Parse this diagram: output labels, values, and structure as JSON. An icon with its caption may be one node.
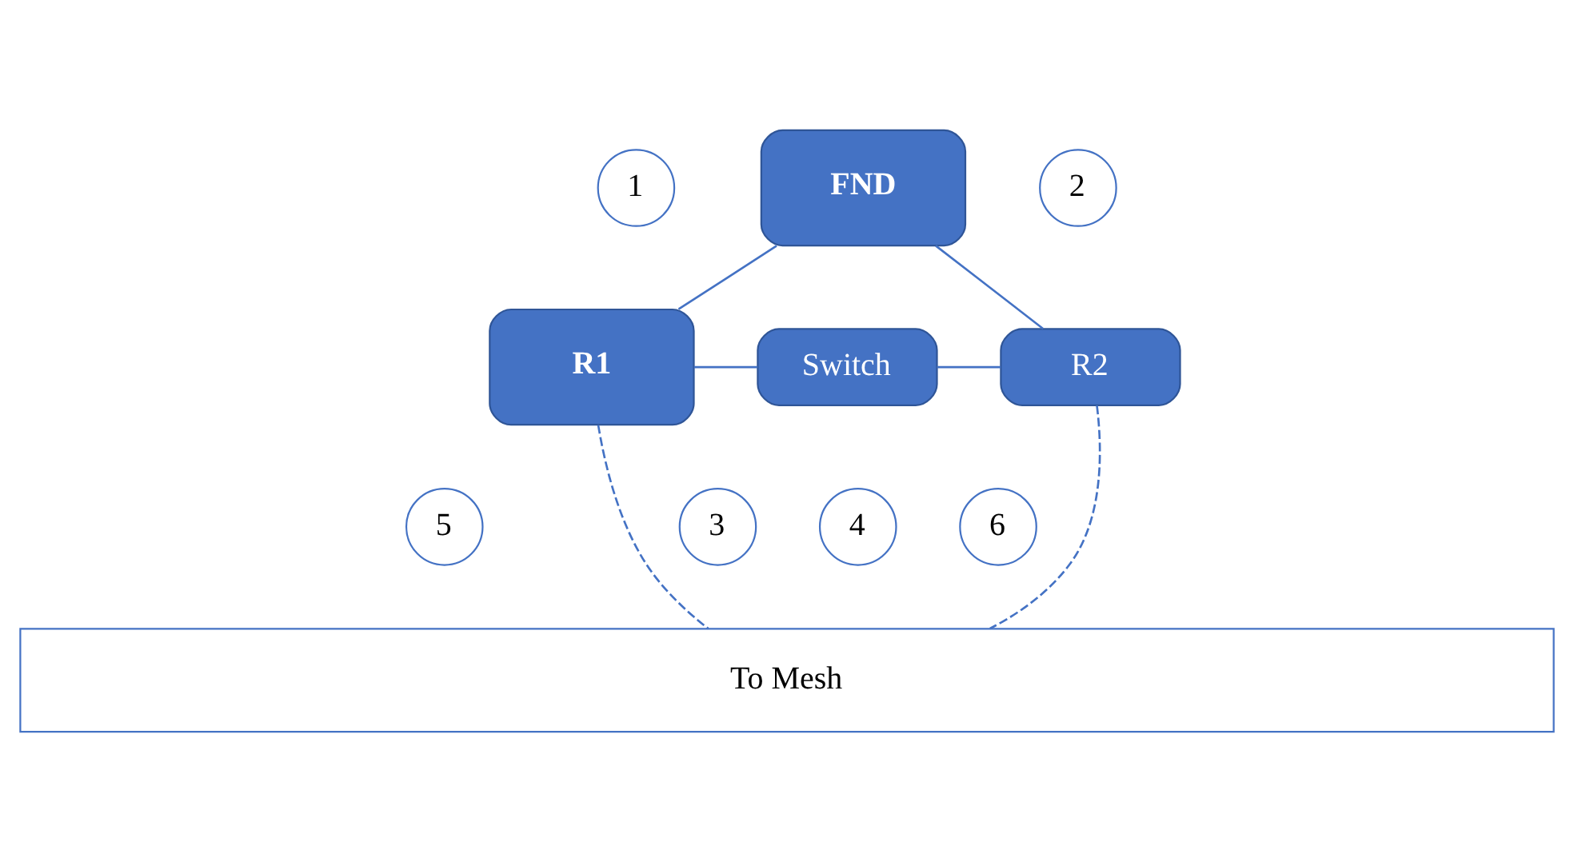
{
  "diagram": {
    "nodes": [
      {
        "text": [
          "1"
        ]
      },
      {
        "text": [
          "FND"
        ]
      },
      {
        "text": [
          "2"
        ]
      },
      {
        "text": [
          "R1"
        ]
      },
      {
        "text": [
          "Switch"
        ]
      },
      {
        "text": [
          "R2"
        ]
      },
      {
        "text": [
          "5"
        ]
      },
      {
        "text": [
          "3"
        ]
      },
      {
        "text": [
          "4"
        ]
      },
      {
        "text": [
          "6"
        ]
      },
      {
        "text": [
          "To Mesh"
        ]
      }
    ],
    "edges": [
      {
        "from": 1,
        "to": 3,
        "arrow": "none"
      },
      {
        "from": 1,
        "to": 5,
        "arrow": "none"
      },
      {
        "from": 3,
        "to": 4,
        "arrow": "none"
      },
      {
        "from": 4,
        "to": 5,
        "arrow": "none"
      },
      {
        "from": 3,
        "to": 10,
        "arrow": "none",
        "style": "dashed"
      },
      {
        "from": 5,
        "to": 10,
        "arrow": "none",
        "style": "dashed"
      }
    ]
  }
}
